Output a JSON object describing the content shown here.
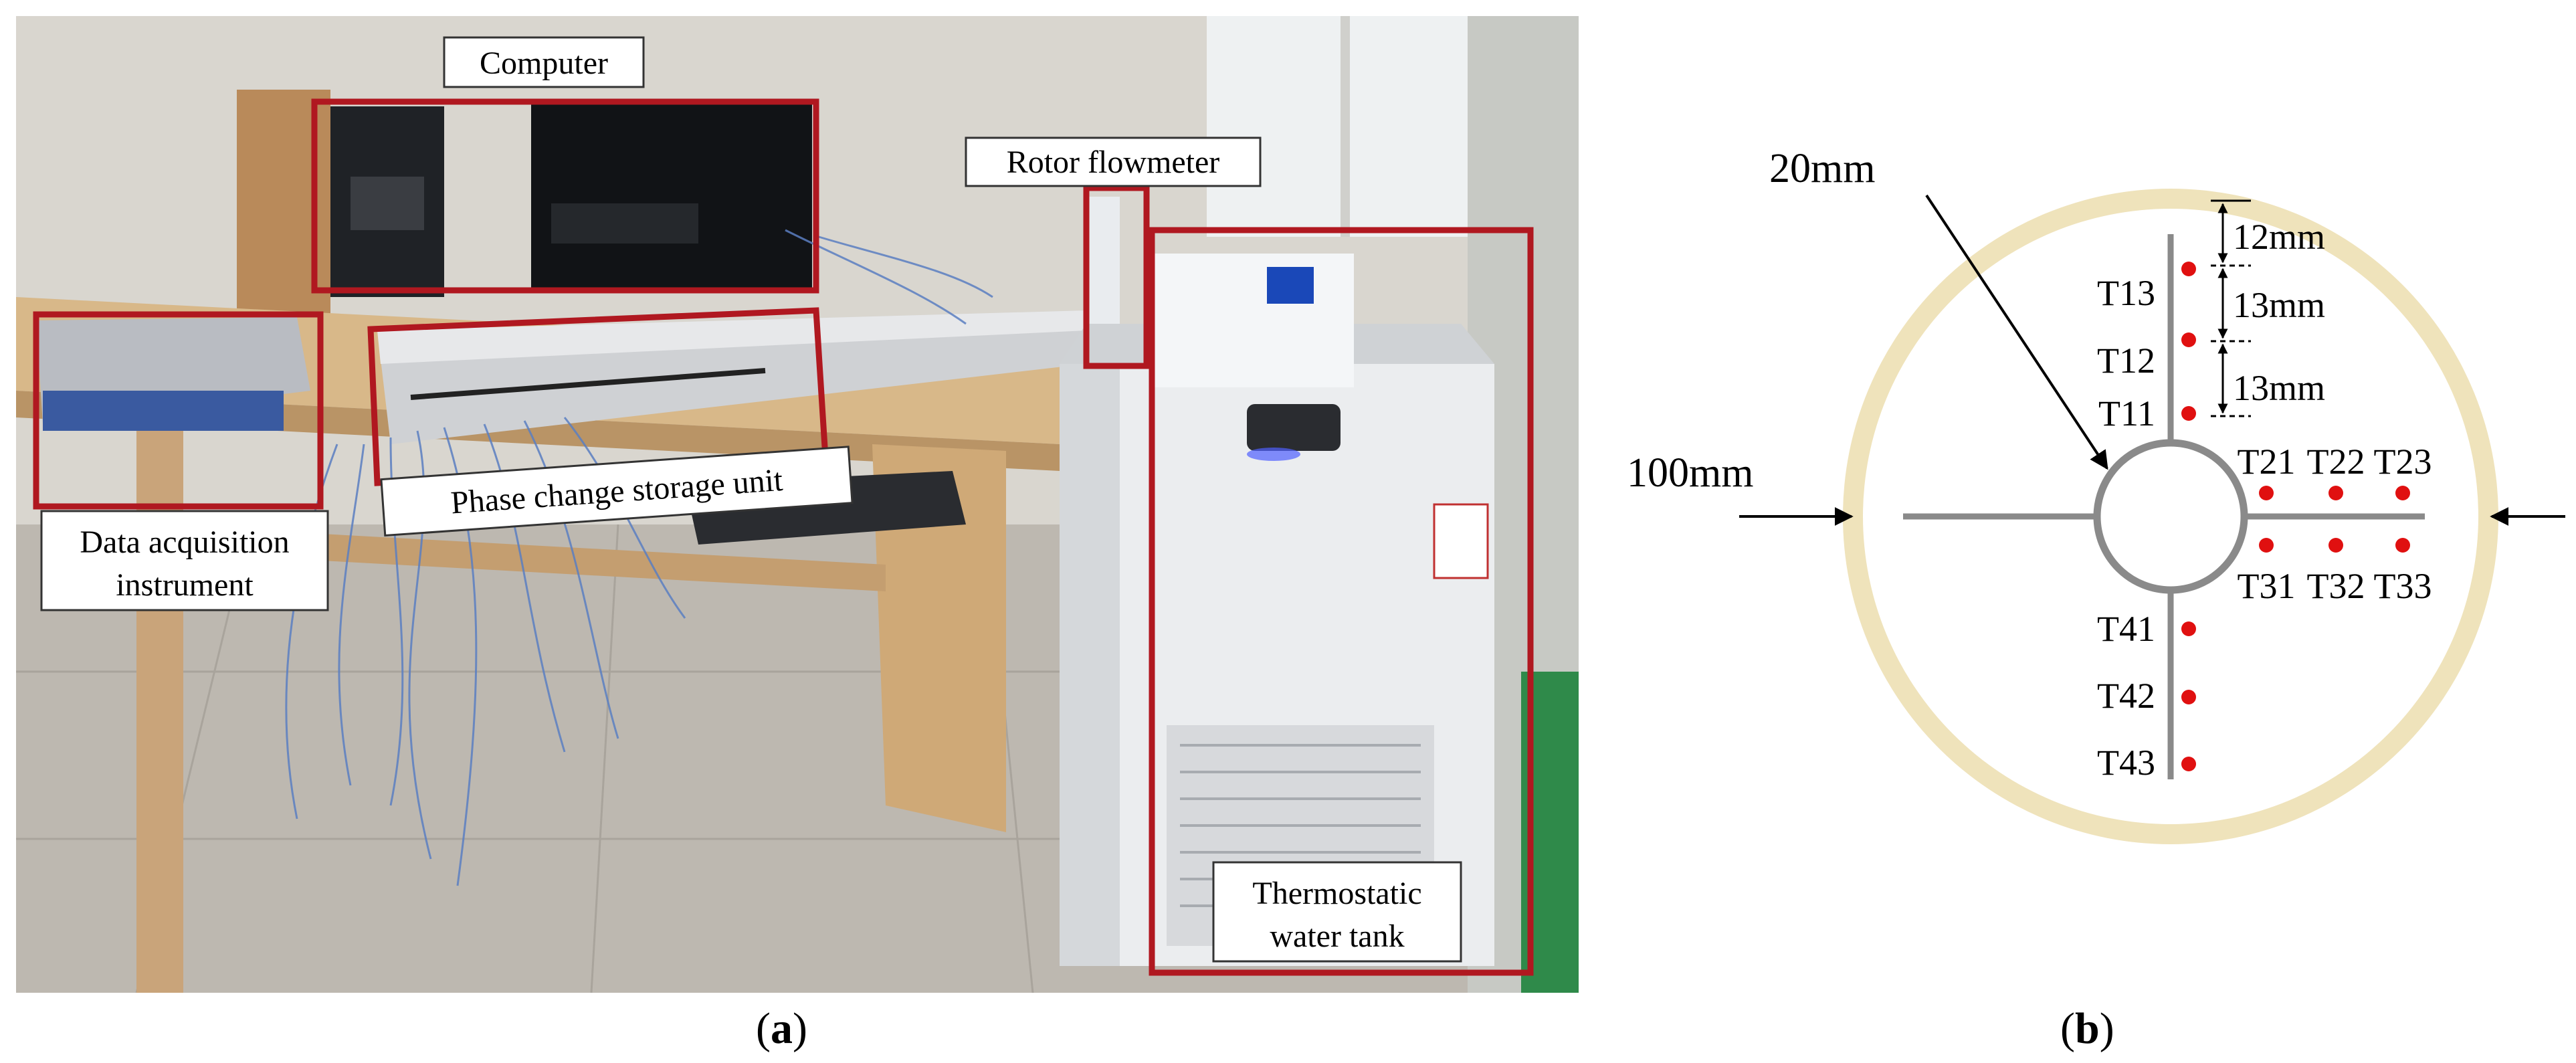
{
  "photo": {
    "labels": {
      "computer": "Computer",
      "rotor_flowmeter": "Rotor flowmeter",
      "data_acquisition_line1": "Data acquisition",
      "data_acquisition_line2": "instrument",
      "phase_change": "Phase change storage unit",
      "thermostatic_line1": "Thermostatic",
      "thermostatic_line2": "water tank"
    },
    "highlight_color": "#b01820"
  },
  "schematic": {
    "dimensions": {
      "inner_diameter": "20mm",
      "outer_diameter": "100mm",
      "spacing_1": "12mm",
      "spacing_2": "13mm",
      "spacing_3": "13mm"
    },
    "sensors": {
      "t11": "T11",
      "t12": "T12",
      "t13": "T13",
      "t21": "T21",
      "t22": "T22",
      "t23": "T23",
      "t31": "T31",
      "t32": "T32",
      "t33": "T33",
      "t41": "T41",
      "t42": "T42",
      "t43": "T43"
    },
    "colors": {
      "outer_ring": "#efe3bb",
      "fins": "#8a8a8a",
      "sensor_dot": "#e01010"
    }
  },
  "captions": {
    "a": {
      "open": "(",
      "letter": "a",
      "close": ")"
    },
    "b": {
      "open": "(",
      "letter": "b",
      "close": ")"
    }
  }
}
